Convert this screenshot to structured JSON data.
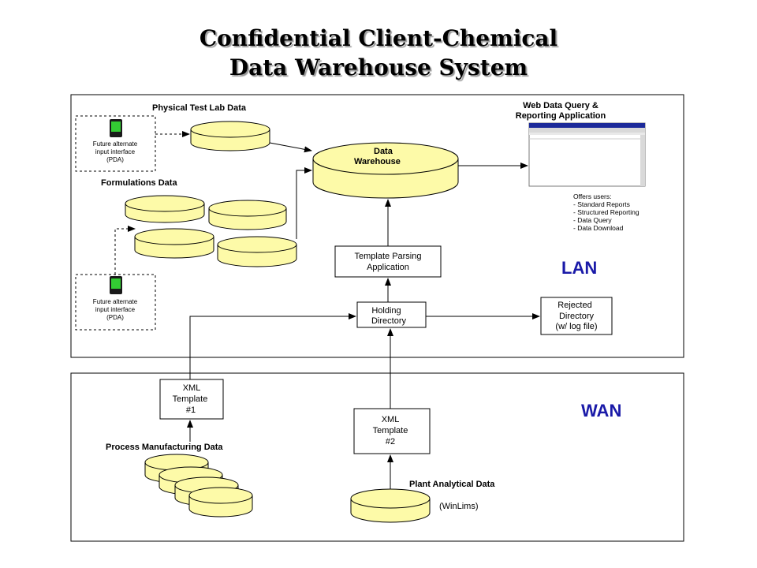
{
  "title": {
    "line1": "Confidential Client-Chemical",
    "line2": "Data Warehouse System"
  },
  "lan": {
    "zone_label": "LAN",
    "physical_test_lab_label": "Physical Test Lab Data",
    "formulations_label": "Formulations Data",
    "data_warehouse": {
      "line1": "Data",
      "line2": "Warehouse"
    },
    "web_app": {
      "line1": "Web Data Query &",
      "line2": "Reporting Application"
    },
    "offers": {
      "heading": "Offers users:",
      "items": [
        "- Standard Reports",
        "- Structured Reporting",
        "- Data Query",
        "- Data Download"
      ]
    },
    "pda_top": {
      "line1": "Future alternate",
      "line2": "input interface",
      "line3": "(PDA)"
    },
    "pda_bottom": {
      "line1": "Future alternate",
      "line2": "input interface",
      "line3": "(PDA)"
    },
    "template_parsing": {
      "line1": "Template Parsing",
      "line2": "Application"
    },
    "holding_directory": {
      "line1": "Holding",
      "line2": "Directory"
    },
    "rejected_directory": {
      "line1": "Rejected",
      "line2": "Directory",
      "line3": "(w/ log file)"
    }
  },
  "wan": {
    "zone_label": "WAN",
    "xml_template_1": {
      "line1": "XML",
      "line2": "Template",
      "line3": "#1"
    },
    "xml_template_2": {
      "line1": "XML",
      "line2": "Template",
      "line3": "#2"
    },
    "process_manufacturing_label": "Process Manufacturing Data",
    "plant_analytical_label": "Plant Analytical Data",
    "winlims_label": "(WinLims)"
  },
  "colors": {
    "cylinder_fill": "#fdfaa8",
    "zone_label": "#1a1aa8",
    "pda_screen": "#33cc33"
  }
}
